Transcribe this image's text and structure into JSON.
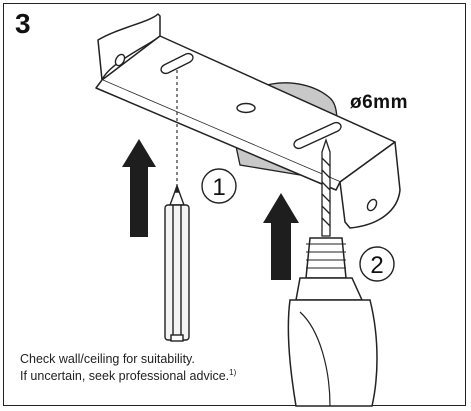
{
  "step": {
    "number": "3"
  },
  "drill": {
    "diameter_label": "ø6mm"
  },
  "callouts": [
    {
      "number": "1"
    },
    {
      "number": "2"
    }
  ],
  "note": {
    "line1": "Check wall/ceiling for suitability.",
    "line2": "If uncertain, seek professional advice.",
    "footnote_marker": "1)"
  },
  "colors": {
    "outline": "#222222",
    "plate_gray": "#c8c8c8",
    "arrow_dark": "#1e1e1e",
    "background": "#ffffff"
  }
}
